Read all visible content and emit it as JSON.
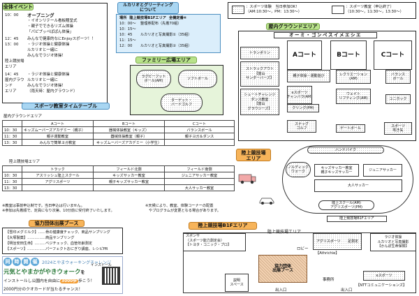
{
  "allday": {
    "title": "全体イベント",
    "items": [
      {
        "time": "10：00",
        "lines": [
          "オープニング",
          "・イオンリテール看板贈呈式",
          "・親子でできるリズム体操",
          "「パピプッペぱぱん体操」"
        ],
        "bold_first": true
      },
      {
        "time": "12：45\n13：00",
        "lines": [
          "みんなで健康的なにEnjoyスポーツ！！",
          "・ラジオ体操と健康体操",
          "ルカリオと一緒に",
          "みんなでラジオ体操！"
        ],
        "bold_first": false
      },
      {
        "time": "陸上競技場\nエリア",
        "lines": [],
        "bold_first": false
      },
      {
        "time": "14：45\n屋内グラウンド\nエリア",
        "lines": [
          "・ラジオ体操と健康体操",
          "ルカリオと一緒に",
          "みんなでラジオ体操！",
          "（雨天時：屋内グラウンド）"
        ],
        "bold_first": false
      }
    ]
  },
  "lucario": {
    "title": "ルカリオとグリーティング",
    "subtitle": "について",
    "header": [
      "場所",
      "陸上競技場B1Fエリア",
      "全機定番④"
    ],
    "rows": [
      [
        "10：00～",
        "整理券配布（先着70組）"
      ],
      [
        "10：15～",
        ""
      ],
      [
        "10：45",
        "ルカリオと写真撮影①（35組）"
      ],
      [
        "11：15～",
        ""
      ],
      [
        "12：00",
        "ルカリオと写真撮影②（35組）"
      ]
    ]
  },
  "legend": {
    "item1": "：スポーツ体験　当日参加OK！",
    "item1b": "（AM:10:30～，PM：13:30～）",
    "item2": "：スポーツ教室（申込終了）",
    "item2b": "（10:30～，11:30～，13:30～）"
  },
  "family": {
    "title": "ファミリー広場エリア",
    "cells": [
      "ラグビーフット\nボール(AM)",
      "ソフトボール",
      "ターゲット・\nバードゴルフ"
    ]
  },
  "indoor": {
    "title": "屋内グラウンドエリア",
    "banner": "オーミ・ゴンペスイメエシエ",
    "trampoline": "トランポリン",
    "courts": [
      "Aコート",
      "Bコート",
      "Cコート"
    ],
    "cells": [
      "ストラックアウト\n【富山\nサンダーバーズ】",
      "親子体操・運動遊び",
      "レクリエーション\n(AM)",
      "バランス\nボール",
      "シュートチャレンジ\nダンス教室\n【富山\nグラウジーズ】",
      "eスポーツ\nチャンバラ(AM)",
      "ウェイト\nリフティング(AM)",
      "ユニホック",
      "クリング(PM)",
      "スナッグ\nゴルフ",
      "ゲートボール",
      "スポーツ\n吹き矢"
    ]
  },
  "schedule": {
    "title": "スポーツ教室タイムテーブル",
    "sections": [
      {
        "name": "屋内グラウンドエリア",
        "cols": [
          "",
          "Aコート",
          "Bコート",
          "Cコート"
        ],
        "rows": [
          [
            "10：30",
            "キッズムーバーズアカデミー（親子）",
            "器械体操教室（キッズ）",
            "バランスボール"
          ],
          [
            "11：30",
            "親子運動教室",
            "器械体操教室（親子）",
            "親子ヨガ＆ダンス"
          ],
          [
            "13：30",
            "みんなで簡単ヨガ教室",
            "キッズムーバーズアカデミー（小学生）",
            ""
          ]
        ]
      },
      {
        "name": "陸上競技場エリア",
        "cols": [
          "",
          "トラック",
          "フィールド北側",
          "フィールド南側"
        ],
        "rows": [
          [
            "10：30",
            "アスリッシュ陸上スクール",
            "キッズサッカー教室",
            "ジュニアサッカー教室"
          ],
          [
            "11：30",
            "アグリスポーツ",
            "親子キッズサッカー教室",
            ""
          ],
          [
            "13：30",
            "",
            "",
            "大人サッカー教室"
          ]
        ]
      }
    ],
    "note1": "※教室は事前申込制です。当日申込は行いません。",
    "note2": "※参加は先着順で、定員になり次第、10分前に受付終了いたします。",
    "note3": "※天候により、教室、体験コーナーの配置",
    "note4": "やプログラムが変更となる場合があります。"
  },
  "track": {
    "title": "陸上競技場\nエリア",
    "handbike": "ハンドバイク",
    "nordic": "ノルディック\nウォーク",
    "kids_soccer": "キッズサッカー教室\n親子キッズサッカー",
    "junior": "ジュニアサッカー",
    "adult": "大人サッカー",
    "school": "陸上スクール(AM)\nアグリスポーツ(PM)",
    "b1f": "陸上競技場B1Fエリア"
  },
  "partners": {
    "title": "協力団体出展ブース",
    "rows": [
      "【雪印メグミルク】……骨の健康度チェック、商品サンプリング",
      "【大塚製薬】……………商品サンプリング",
      "【明治安田生命】………ベジチェック、血管年齢測定",
      "【スポーツ】……………パーフェクトおにぎり講座、レシピPR"
    ]
  },
  "walk": {
    "badge": [
      "同",
      "時",
      "開",
      "催"
    ],
    "title": "2024とやまウォーキングチャレンジ",
    "line1": "元気とやまかがやきウォーク",
    "line1b": "を",
    "install": "インストール",
    "line2a": "インストールし公園内を自由に",
    "steps": "3000歩",
    "line2b": "歩こう！",
    "line3": "2000円分のクオカードが当たるチャンス！"
  },
  "b1f": {
    "title": "陸上競技場B1Fエリア",
    "area": "陸上競技場エリア",
    "sponsors": "スポンサ\n（スポーツ能力測定会）",
    "toyota": "【トヨタ・コニック・プロ】",
    "agri": "アグリスポーツ",
    "footrest": "足測定",
    "radio": "ラジオ体操\nルカリオと写真撮影\n【かんぽ生命保険】",
    "athrichie": "【Athrichie】",
    "lobby": "ロビー",
    "booth": "協力団体\n出展ブース",
    "desk": "説明\nスペース",
    "office": "事務所",
    "esports": "eスポーツ",
    "ntt": "【NTTコミュニケーションズ】",
    "entrance1": "出入口",
    "entrance2": "出入口"
  },
  "colors": {
    "green": "#b8e28a",
    "blue": "#a9d6f2",
    "orange": "#f7b45a"
  }
}
